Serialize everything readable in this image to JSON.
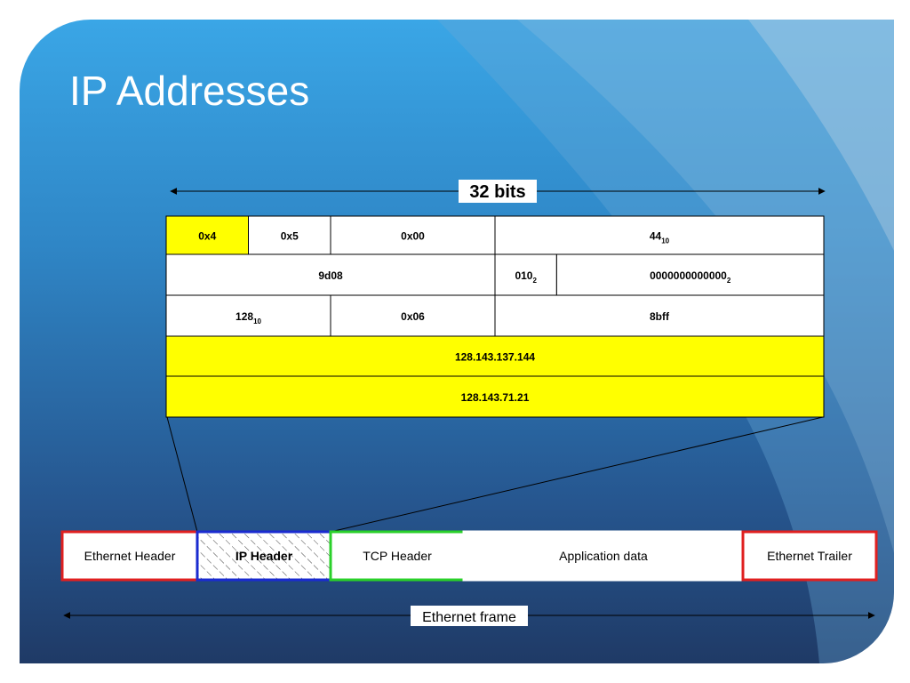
{
  "slide": {
    "title": "IP Addresses"
  },
  "diagram": {
    "width_label": "32 bits",
    "rows": [
      [
        {
          "label": "0x4",
          "span": 1,
          "highlight": true
        },
        {
          "label": "0x5",
          "span": 1
        },
        {
          "label": "0x00",
          "span": 2
        },
        {
          "label": "44",
          "sub": "10",
          "span": 4
        }
      ],
      [
        {
          "label": "9d08",
          "span": 4
        },
        {
          "label": "010",
          "sub": "2",
          "span": 0.75
        },
        {
          "label": "0000000000000",
          "sub": "2",
          "span": 3.25
        }
      ],
      [
        {
          "label": "128",
          "sub": "10",
          "span": 2
        },
        {
          "label": "0x06",
          "span": 2
        },
        {
          "label": "8bff",
          "span": 4
        }
      ],
      [
        {
          "label": "128.143.137.144",
          "span": 8,
          "highlight": true
        }
      ],
      [
        {
          "label": "128.143.71.21",
          "span": 8,
          "highlight": true
        }
      ]
    ],
    "frame": [
      {
        "label": "Ethernet Header",
        "border": "#e02020"
      },
      {
        "label": "IP Header",
        "border": "#1a2bd0",
        "hatched": true
      },
      {
        "label": "TCP Header",
        "border": "#2ad02a"
      },
      {
        "label": "Application data",
        "border": "#ffffff"
      },
      {
        "label": "Ethernet Trailer",
        "border": "#e02020"
      }
    ],
    "frame_label": "Ethernet frame",
    "colors": {
      "highlight": "#ffff00",
      "cell": "#ffffff",
      "line": "#000000"
    }
  }
}
